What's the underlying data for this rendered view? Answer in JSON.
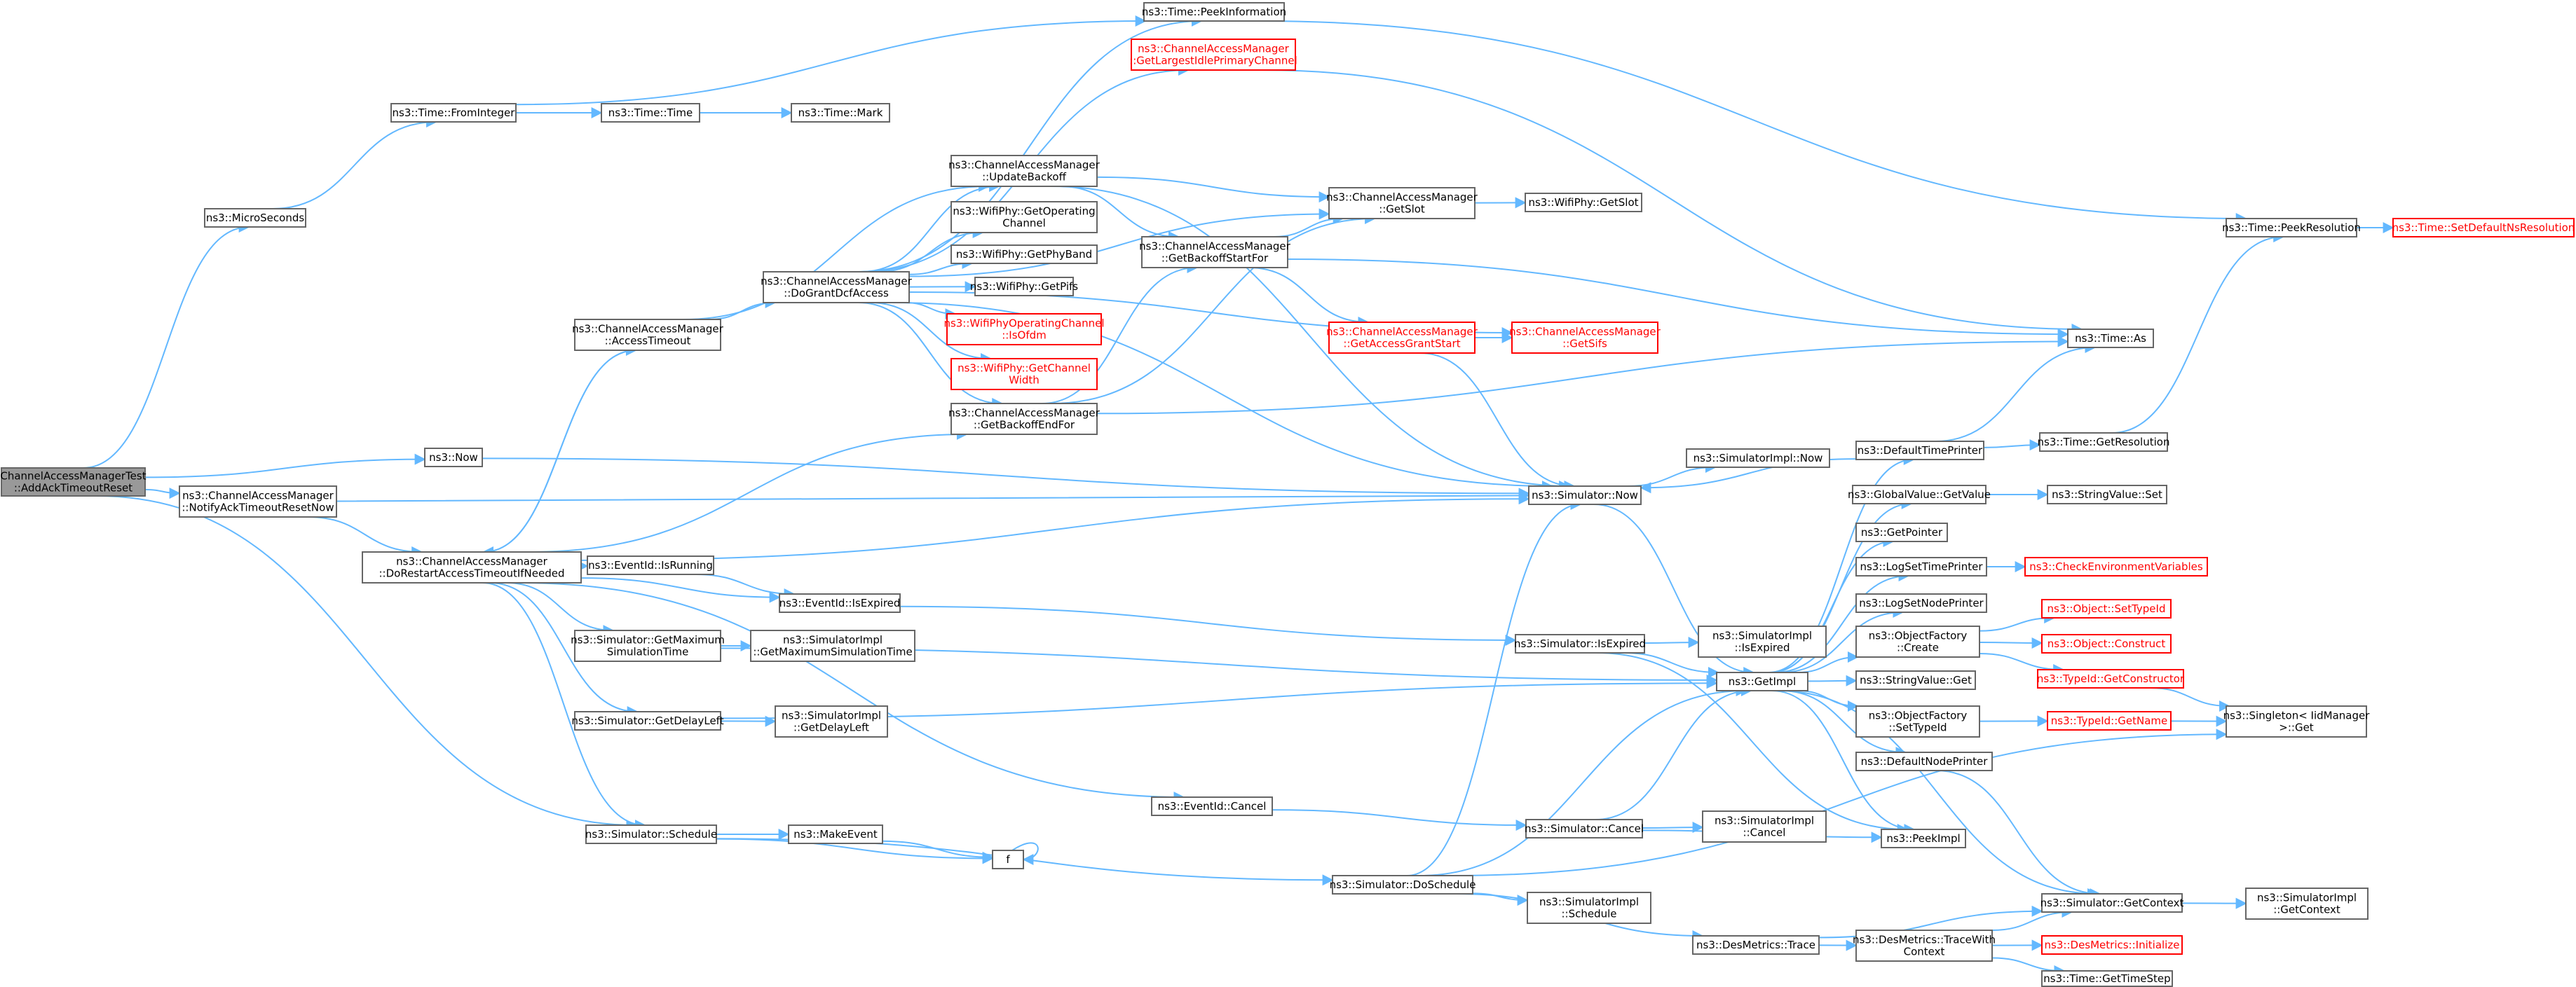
{
  "colors": {
    "edge": "#63b8ff",
    "border": "#666666",
    "red": "#ff0000",
    "root_fill": "#999999"
  },
  "nodes": {
    "root": [
      "ChannelAccessManagerTest",
      "::AddAckTimeoutReset"
    ],
    "microseconds": [
      "ns3::MicroSeconds"
    ],
    "from_integer": [
      "ns3::Time::FromInteger"
    ],
    "time_time": [
      "ns3::Time::Time"
    ],
    "time_mark": [
      "ns3::Time::Mark"
    ],
    "peek_information": [
      "ns3::Time::PeekInformation"
    ],
    "get_largest_idle": [
      "ns3::ChannelAccessManager",
      "::GetLargestIdlePrimaryChannel"
    ],
    "update_backoff": [
      "ns3::ChannelAccessManager",
      "::UpdateBackoff"
    ],
    "get_slot": [
      "ns3::ChannelAccessManager",
      "::GetSlot"
    ],
    "wifiphy_get_slot": [
      "ns3::WifiPhy::GetSlot"
    ],
    "get_operating_channel": [
      "ns3::WifiPhy::GetOperating",
      "Channel"
    ],
    "get_phy_band": [
      "ns3::WifiPhy::GetPhyBand"
    ],
    "get_pifs": [
      "ns3::WifiPhy::GetPifs"
    ],
    "is_ofdm": [
      "ns3::WifiPhyOperatingChannel",
      "::IsOfdm"
    ],
    "get_channel_width": [
      "ns3::WifiPhy::GetChannel",
      "Width"
    ],
    "do_grant": [
      "ns3::ChannelAccessManager",
      "::DoGrantDcfAccess"
    ],
    "access_timeout": [
      "ns3::ChannelAccessManager",
      "::AccessTimeout"
    ],
    "get_backoff_start": [
      "ns3::ChannelAccessManager",
      "::GetBackoffStartFor"
    ],
    "get_access_grant": [
      "ns3::ChannelAccessManager",
      "::GetAccessGrantStart"
    ],
    "get_sifs": [
      "ns3::ChannelAccessManager",
      "::GetSifs"
    ],
    "get_backoff_end": [
      "ns3::ChannelAccessManager",
      "::GetBackoffEndFor"
    ],
    "time_as": [
      "ns3::Time::As"
    ],
    "peek_resolution": [
      "ns3::Time::PeekResolution"
    ],
    "set_default_ns": [
      "ns3::Time::SetDefaultNsResolution"
    ],
    "now": [
      "ns3::Now"
    ],
    "notify_ack": [
      "ns3::ChannelAccessManager",
      "::NotifyAckTimeoutResetNow"
    ],
    "sim_now": [
      "ns3::Simulator::Now"
    ],
    "simimpl_now": [
      "ns3::SimulatorImpl::Now"
    ],
    "default_time_printer": [
      "ns3::DefaultTimePrinter"
    ],
    "get_resolution": [
      "ns3::Time::GetResolution"
    ],
    "do_restart": [
      "ns3::ChannelAccessManager",
      "::DoRestartAccessTimeoutIfNeeded"
    ],
    "is_running": [
      "ns3::EventId::IsRunning"
    ],
    "is_expired": [
      "ns3::EventId::IsExpired"
    ],
    "global_value_get": [
      "ns3::GlobalValue::GetValue"
    ],
    "string_value_set": [
      "ns3::StringValue::Set"
    ],
    "get_pointer": [
      "ns3::GetPointer"
    ],
    "log_set_time": [
      "ns3::LogSetTimePrinter"
    ],
    "check_env": [
      "ns3::CheckEnvironmentVariables"
    ],
    "log_set_node": [
      "ns3::LogSetNodePrinter"
    ],
    "object_factory_create": [
      "ns3::ObjectFactory",
      "::Create"
    ],
    "object_set_typeid": [
      "ns3::Object::SetTypeId"
    ],
    "object_construct": [
      "ns3::Object::Construct"
    ],
    "typeid_get_constructor": [
      "ns3::TypeId::GetConstructor"
    ],
    "sim_get_max": [
      "ns3::Simulator::GetMaximum",
      "SimulationTime"
    ],
    "simimpl_get_max": [
      "ns3::SimulatorImpl",
      "::GetMaximumSimulationTime"
    ],
    "sim_is_expired": [
      "ns3::Simulator::IsExpired"
    ],
    "simimpl_is_expired": [
      "ns3::SimulatorImpl",
      "::IsExpired"
    ],
    "get_impl": [
      "ns3::GetImpl"
    ],
    "string_value_get": [
      "ns3::StringValue::Get"
    ],
    "object_factory_settypeid": [
      "ns3::ObjectFactory",
      "::SetTypeId"
    ],
    "typeid_get_name": [
      "ns3::TypeId::GetName"
    ],
    "singleton_get": [
      "ns3::Singleton< IidManager",
      ">::Get"
    ],
    "sim_get_delay": [
      "ns3::Simulator::GetDelayLeft"
    ],
    "simimpl_get_delay": [
      "ns3::SimulatorImpl",
      "::GetDelayLeft"
    ],
    "default_node_printer": [
      "ns3::DefaultNodePrinter"
    ],
    "eventid_cancel": [
      "ns3::EventId::Cancel"
    ],
    "sim_cancel": [
      "ns3::Simulator::Cancel"
    ],
    "simimpl_cancel": [
      "ns3::SimulatorImpl",
      "::Cancel"
    ],
    "peek_impl": [
      "ns3::PeekImpl"
    ],
    "sim_schedule": [
      "ns3::Simulator::Schedule"
    ],
    "make_event": [
      "ns3::MakeEvent"
    ],
    "f": [
      "f"
    ],
    "sim_do_schedule": [
      "ns3::Simulator::DoSchedule"
    ],
    "simimpl_schedule": [
      "ns3::SimulatorImpl",
      "::Schedule"
    ],
    "sim_get_context": [
      "ns3::Simulator::GetContext"
    ],
    "simimpl_get_context": [
      "ns3::SimulatorImpl",
      "::GetContext"
    ],
    "desmetrics_trace": [
      "ns3::DesMetrics::Trace"
    ],
    "desmetrics_trace_with": [
      "ns3::DesMetrics::TraceWith",
      "Context"
    ],
    "desmetrics_init": [
      "ns3::DesMetrics::Initialize"
    ],
    "time_get_timestep": [
      "ns3::Time::GetTimeStep"
    ]
  }
}
